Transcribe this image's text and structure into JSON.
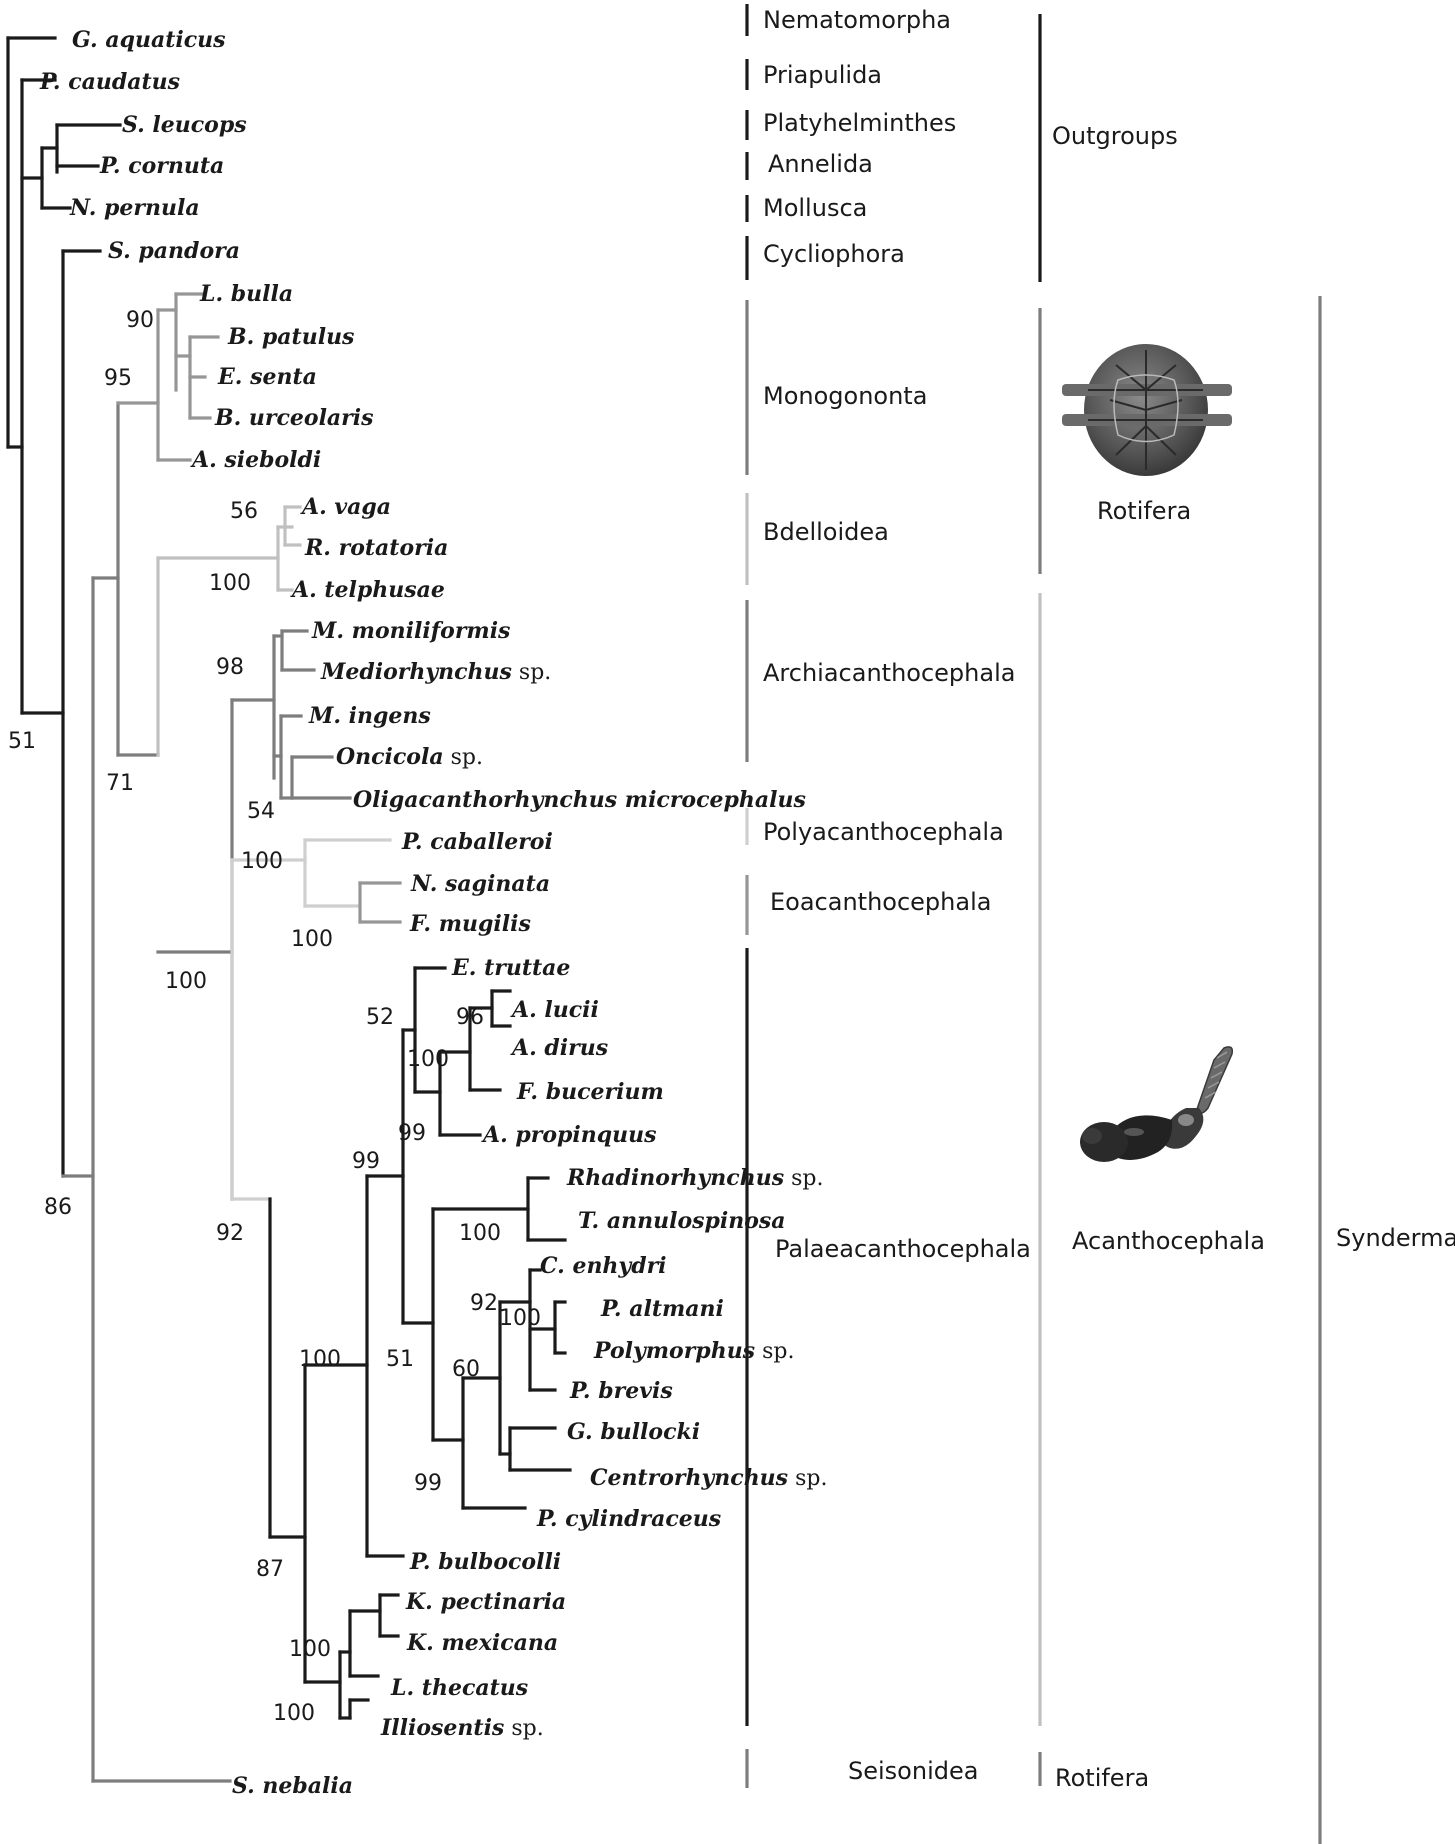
{
  "colors": {
    "black": "#1a1a1a",
    "mid_gray": "#7d7d7d",
    "gray": "#969696",
    "light_gray": "#c0c0c0",
    "lighter_gray": "#cfcfcf"
  },
  "taxa": [
    {
      "id": "g_aquaticus",
      "name": "G. aquaticus"
    },
    {
      "id": "p_caudatus",
      "name": "P. caudatus"
    },
    {
      "id": "s_leucops",
      "name": "S. leucops"
    },
    {
      "id": "p_cornuta",
      "name": "P. cornuta"
    },
    {
      "id": "n_pernula",
      "name": "N. pernula"
    },
    {
      "id": "s_pandora",
      "name": "S. pandora"
    },
    {
      "id": "l_bulla",
      "name": "L. bulla"
    },
    {
      "id": "b_patulus",
      "name": "B. patulus"
    },
    {
      "id": "e_senta",
      "name": "E. senta"
    },
    {
      "id": "b_urceolaris",
      "name": "B. urceolaris"
    },
    {
      "id": "a_sieboldi",
      "name": "A. sieboldi"
    },
    {
      "id": "a_vaga",
      "name": "A. vaga"
    },
    {
      "id": "r_rotatoria",
      "name": "R. rotatoria"
    },
    {
      "id": "a_telphusae",
      "name": "A. telphusae"
    },
    {
      "id": "m_moniliformis",
      "name": "M. moniliformis"
    },
    {
      "id": "mediorhynchus",
      "name": "Mediorhynchus",
      "suffix": "sp."
    },
    {
      "id": "m_ingens",
      "name": "M. ingens"
    },
    {
      "id": "oncicola",
      "name": "Oncicola",
      "suffix": "sp."
    },
    {
      "id": "oligacanthorhynchus",
      "name": "Oligacanthorhynchus microcephalus"
    },
    {
      "id": "p_caballeroi",
      "name": "P. caballeroi"
    },
    {
      "id": "n_saginata",
      "name": "N. saginata"
    },
    {
      "id": "f_mugilis",
      "name": "F. mugilis"
    },
    {
      "id": "e_truttae",
      "name": "E. truttae"
    },
    {
      "id": "a_lucii",
      "name": "A. lucii"
    },
    {
      "id": "a_dirus",
      "name": "A. dirus"
    },
    {
      "id": "f_bucerium",
      "name": "F. bucerium"
    },
    {
      "id": "a_propinquus",
      "name": "A. propinquus"
    },
    {
      "id": "rhadinorhynchus",
      "name": "Rhadinorhynchus",
      "suffix": "sp."
    },
    {
      "id": "t_annulospinosa",
      "name": "T. annulospinosa"
    },
    {
      "id": "c_enhydri",
      "name": "C. enhydri"
    },
    {
      "id": "p_altmani",
      "name": "P. altmani"
    },
    {
      "id": "polymorphus",
      "name": "Polymorphus",
      "suffix": "sp."
    },
    {
      "id": "p_brevis",
      "name": "P. brevis"
    },
    {
      "id": "g_bullocki",
      "name": "G. bullocki"
    },
    {
      "id": "centrorhynchus",
      "name": "Centrorhynchus",
      "suffix": "sp."
    },
    {
      "id": "p_cylindraceus",
      "name": "P. cylindraceus"
    },
    {
      "id": "p_bulbocolli",
      "name": "P. bulbocolli"
    },
    {
      "id": "k_pectinaria",
      "name": "K. pectinaria"
    },
    {
      "id": "k_mexicana",
      "name": "K. mexicana"
    },
    {
      "id": "l_thecatus",
      "name": "L. thecatus"
    },
    {
      "id": "illiosentis",
      "name": "Illiosentis",
      "suffix": "sp."
    },
    {
      "id": "s_nebalia",
      "name": "S. nebalia"
    }
  ],
  "support_values": [
    {
      "node": "root",
      "value": "51"
    },
    {
      "node": "syndermata",
      "value": "86"
    },
    {
      "node": "monogononta_eurotatoria",
      "value": "71"
    },
    {
      "node": "monogononta",
      "value": "95"
    },
    {
      "node": "monogononta_inner",
      "value": "90"
    },
    {
      "node": "bdelloidea_inner",
      "value": "56"
    },
    {
      "node": "bdelloidea",
      "value": "100"
    },
    {
      "node": "acanthocephala",
      "value": "100"
    },
    {
      "node": "archiacanthocephala",
      "value": "98"
    },
    {
      "node": "oncicola_group",
      "value": "54"
    },
    {
      "node": "poly_eo",
      "value": "100"
    },
    {
      "node": "eoacanthocephala",
      "value": "100"
    },
    {
      "node": "eo_palaeo",
      "value": "92"
    },
    {
      "node": "palaeo_core",
      "value": "87"
    },
    {
      "node": "palaeo_main",
      "value": "100"
    },
    {
      "node": "echinorhynchids",
      "value": "99"
    },
    {
      "node": "echinorhynchidae",
      "value": "52"
    },
    {
      "node": "acanthocephalus_group",
      "value": "100"
    },
    {
      "node": "acanthocephalus_pair",
      "value": "96"
    },
    {
      "node": "fessisentis_group",
      "value": "99"
    },
    {
      "node": "polymorphid_rhadino",
      "value": "51"
    },
    {
      "node": "rhadinorhynchidae",
      "value": "100"
    },
    {
      "node": "polymorphid_cylindraceus",
      "value": "99"
    },
    {
      "node": "polymorphid_centro",
      "value": "60"
    },
    {
      "node": "polymorphidae",
      "value": "92"
    },
    {
      "node": "altmani_polymorphus",
      "value": "100"
    },
    {
      "node": "koronacantha_group",
      "value": "100"
    },
    {
      "node": "koronacantha",
      "value": "100"
    }
  ],
  "groups": [
    {
      "id": "nematomorpha",
      "label": "Nematomorpha"
    },
    {
      "id": "priapulida",
      "label": "Priapulida"
    },
    {
      "id": "platyhelminthes",
      "label": "Platyhelminthes"
    },
    {
      "id": "annelida",
      "label": "Annelida"
    },
    {
      "id": "mollusca",
      "label": "Mollusca"
    },
    {
      "id": "cycliophora",
      "label": "Cycliophora"
    },
    {
      "id": "monogononta",
      "label": "Monogononta"
    },
    {
      "id": "bdelloidea",
      "label": "Bdelloidea"
    },
    {
      "id": "archiacanthocephala",
      "label": "Archiacanthocephala"
    },
    {
      "id": "polyacanthocephala",
      "label": "Polyacanthocephala"
    },
    {
      "id": "eoacanthocephala",
      "label": "Eoacanthocephala"
    },
    {
      "id": "palaeacanthocephala",
      "label": "Palaeacanthocephala"
    },
    {
      "id": "seisonidea",
      "label": "Seisonidea"
    }
  ],
  "super_groups": [
    {
      "id": "outgroups",
      "label": "Outgroups"
    },
    {
      "id": "rotifera",
      "label": "Rotifera",
      "icon": "rotifer-illustration"
    },
    {
      "id": "acanthocephala",
      "label": "Acanthocephala",
      "icon": "acanthocephalan-illustration"
    },
    {
      "id": "rotifera_seisonidea",
      "label": "Rotifera"
    },
    {
      "id": "syndermata",
      "label": "Syndermata"
    }
  ]
}
